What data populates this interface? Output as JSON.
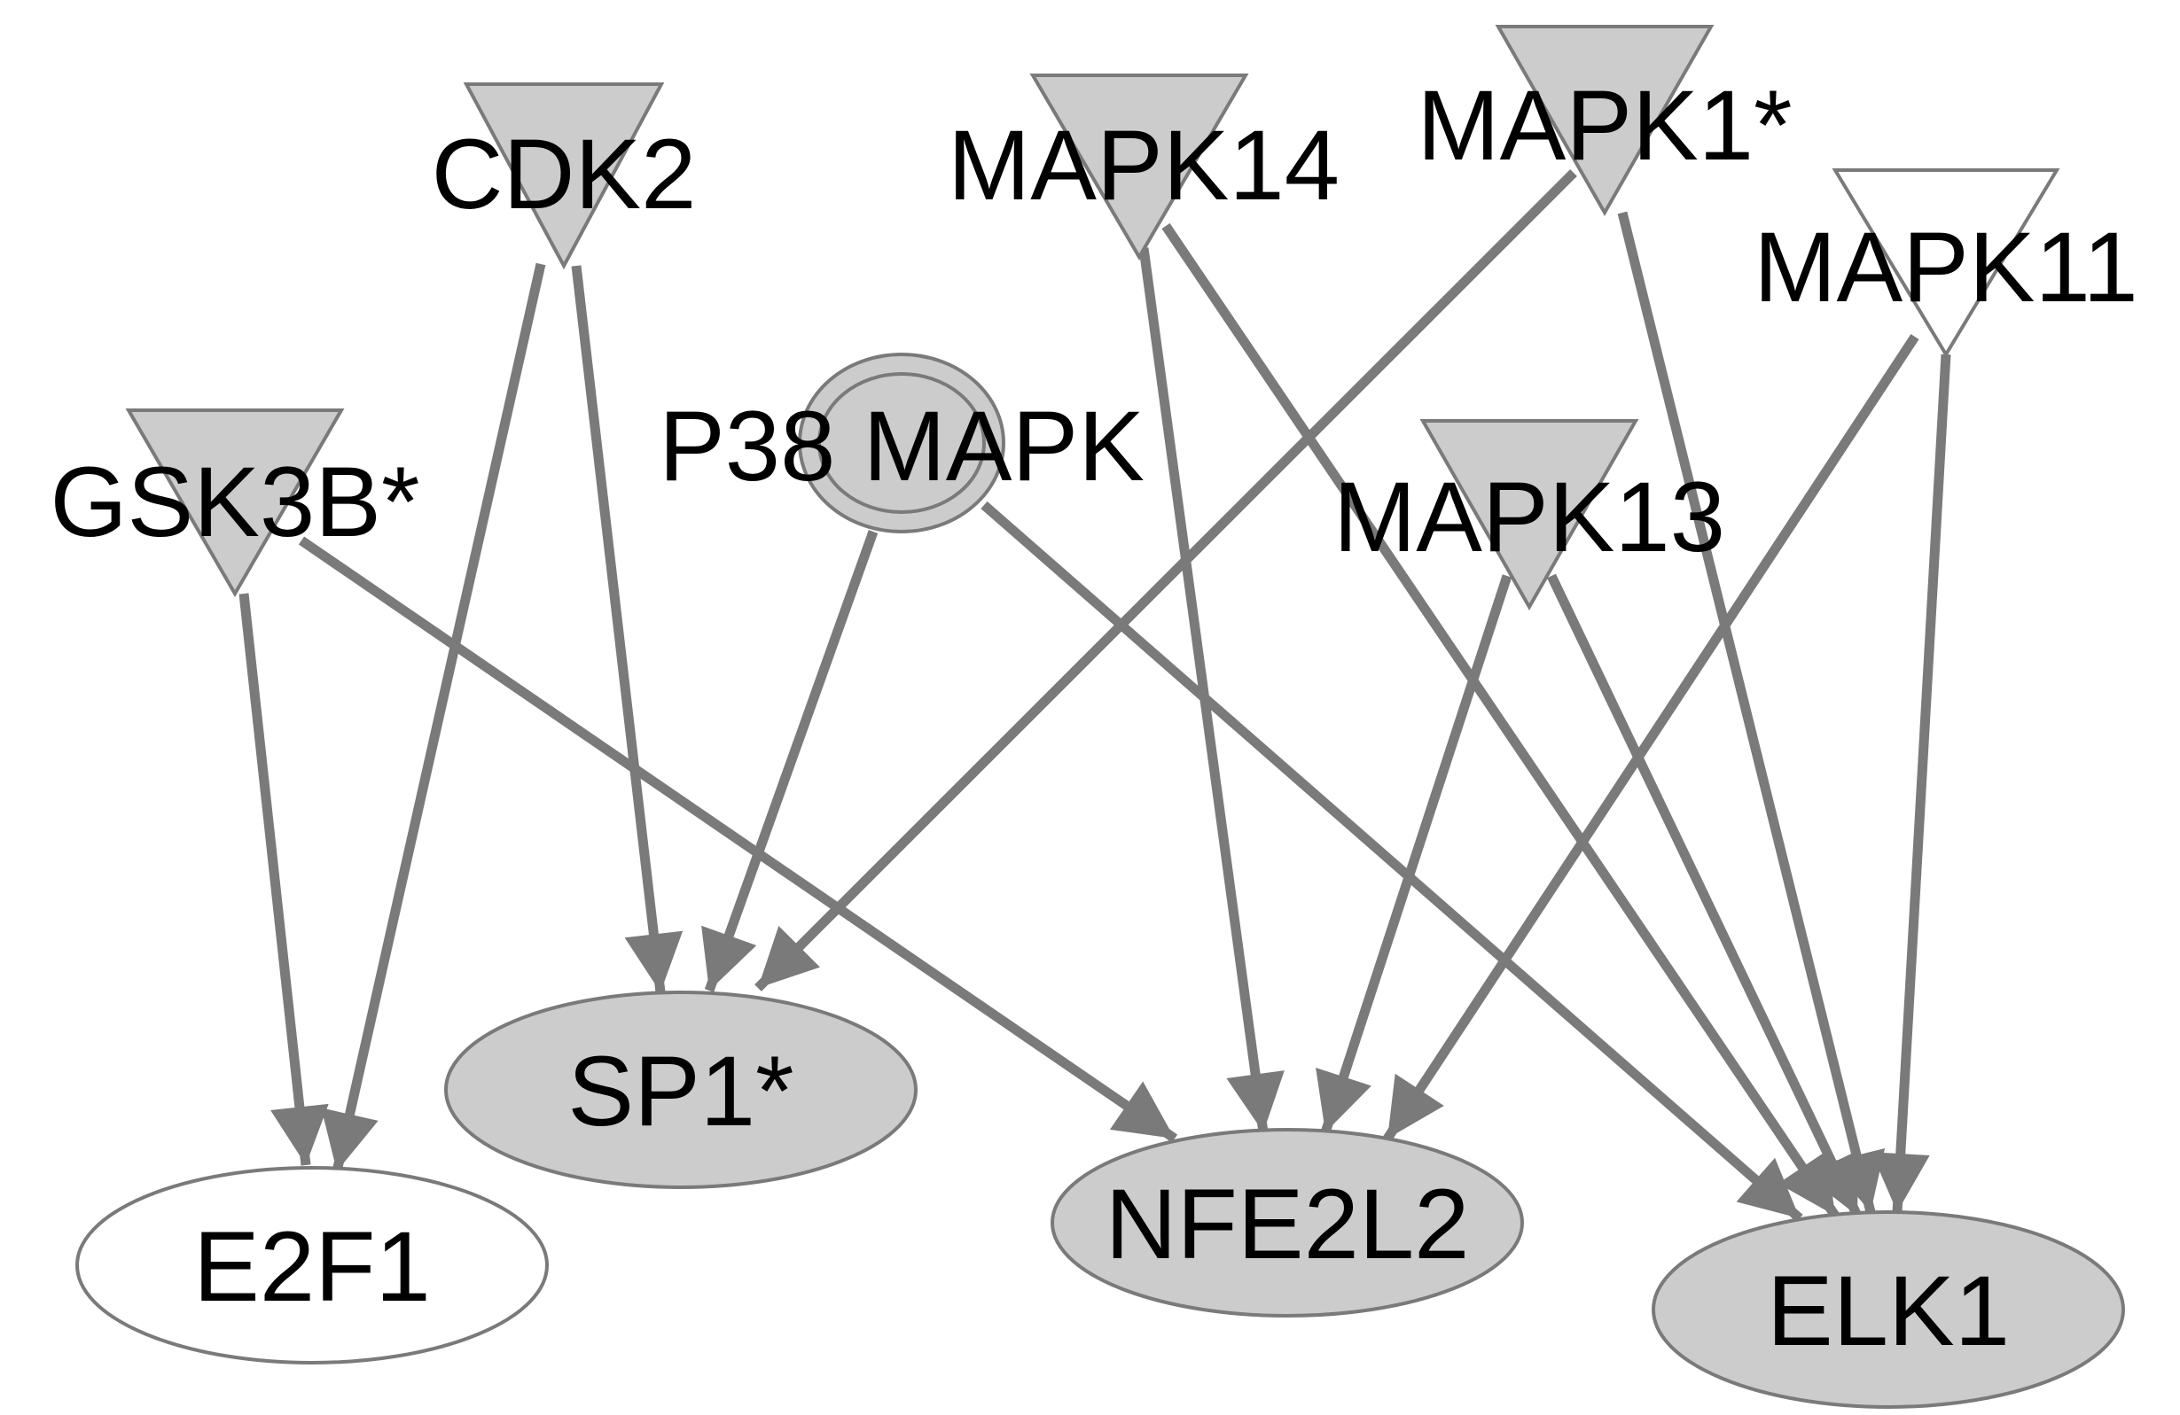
{
  "diagram": {
    "nodes": [
      {
        "id": "CDK2",
        "label": "CDK2",
        "shape": "triangle-down",
        "fill": "#cccccc"
      },
      {
        "id": "MAPK14",
        "label": "MAPK14",
        "shape": "triangle-down",
        "fill": "#cccccc"
      },
      {
        "id": "MAPK1",
        "label": "MAPK1*",
        "shape": "triangle-down",
        "fill": "#cccccc"
      },
      {
        "id": "MAPK11",
        "label": "MAPK11",
        "shape": "triangle-down",
        "fill": "#ffffff"
      },
      {
        "id": "GSK3B",
        "label": "GSK3B*",
        "shape": "triangle-down",
        "fill": "#cccccc"
      },
      {
        "id": "P38MAPK",
        "label": "P38 MAPK",
        "shape": "double-circle",
        "fill": "#cccccc"
      },
      {
        "id": "MAPK13",
        "label": "MAPK13",
        "shape": "triangle-down",
        "fill": "#cccccc"
      },
      {
        "id": "SP1",
        "label": "SP1*",
        "shape": "ellipse",
        "fill": "#cccccc"
      },
      {
        "id": "E2F1",
        "label": "E2F1",
        "shape": "ellipse",
        "fill": "#ffffff"
      },
      {
        "id": "NFE2L2",
        "label": "NFE2L2",
        "shape": "ellipse",
        "fill": "#cccccc"
      },
      {
        "id": "ELK1",
        "label": "ELK1",
        "shape": "ellipse",
        "fill": "#cccccc"
      }
    ],
    "edges": [
      {
        "from": "CDK2",
        "to": "E2F1"
      },
      {
        "from": "CDK2",
        "to": "SP1"
      },
      {
        "from": "GSK3B",
        "to": "E2F1"
      },
      {
        "from": "GSK3B",
        "to": "NFE2L2"
      },
      {
        "from": "P38MAPK",
        "to": "SP1"
      },
      {
        "from": "P38MAPK",
        "to": "ELK1"
      },
      {
        "from": "MAPK1",
        "to": "SP1"
      },
      {
        "from": "MAPK1",
        "to": "ELK1"
      },
      {
        "from": "MAPK14",
        "to": "NFE2L2"
      },
      {
        "from": "MAPK14",
        "to": "ELK1"
      },
      {
        "from": "MAPK13",
        "to": "NFE2L2"
      },
      {
        "from": "MAPK13",
        "to": "ELK1"
      },
      {
        "from": "MAPK11",
        "to": "NFE2L2"
      },
      {
        "from": "MAPK11",
        "to": "ELK1"
      }
    ],
    "colors": {
      "edge": "#7a7a7a",
      "node_stroke": "#7a7a7a",
      "label": "#000000"
    }
  }
}
